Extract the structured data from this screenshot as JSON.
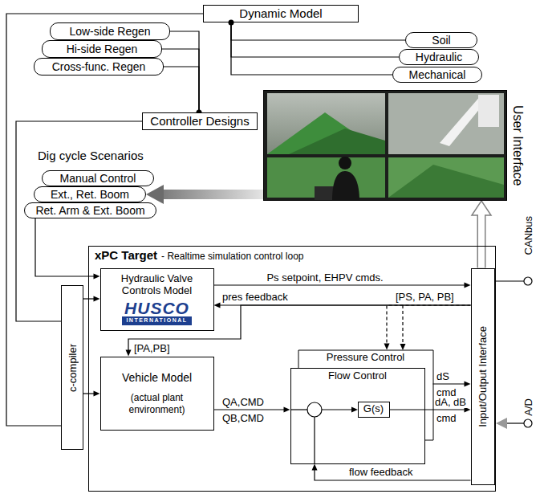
{
  "diagram": {
    "nodes": [
      {
        "text": [
          "Dynamic Model"
        ]
      },
      {
        "text": [
          "Soil"
        ]
      },
      {
        "text": [
          "Hydraulic"
        ]
      },
      {
        "text": [
          "Mechanical"
        ]
      },
      {
        "text": [
          "Low-side Regen"
        ]
      },
      {
        "text": [
          "Hi-side Regen"
        ]
      },
      {
        "text": [
          "Cross-func. Regen"
        ]
      },
      {
        "text": [
          "Controller Designs"
        ]
      },
      {
        "text": [
          "Manual Control"
        ]
      },
      {
        "text": [
          "Ext., Ret. Boom"
        ]
      },
      {
        "text": [
          "Ret. Arm & Ext. Boom"
        ]
      },
      {
        "text": [
          "User Interface"
        ]
      },
      {
        "text": [
          "c-compiler"
        ]
      },
      {
        "text": [
          "xPC Target",
          "- Realtime simulation control loop"
        ]
      },
      {
        "text": [
          "Hydraulic Valve Controls Model",
          "HUSCO",
          "INTERNATIONAL"
        ],
        "in": 13
      },
      {
        "text": [
          "Vehicle Model",
          "(actual plant environment)"
        ],
        "in": 13
      },
      {
        "text": [
          "Pressure Control"
        ],
        "in": 13
      },
      {
        "text": [
          "Flow Control"
        ],
        "in": 13
      },
      {
        "text": [
          "G(s)"
        ],
        "in": 17
      },
      {
        "text": [
          "Input/Output Interface"
        ],
        "in": 13
      }
    ],
    "edges": [
      {
        "from": 0,
        "to": 1,
        "arrow": "none"
      },
      {
        "from": 0,
        "to": 2,
        "arrow": "none"
      },
      {
        "from": 0,
        "to": 3,
        "arrow": "none"
      },
      {
        "from": 7,
        "to": 4,
        "arrow": "none"
      },
      {
        "from": 7,
        "to": 5,
        "arrow": "none"
      },
      {
        "from": 7,
        "to": 6,
        "arrow": "none"
      },
      {
        "from": 0,
        "to": 12,
        "arrow": "none"
      },
      {
        "from": 7,
        "to": 12,
        "arrow": "none"
      },
      {
        "from": 10,
        "to": 14,
        "arrow": "to"
      },
      {
        "from": 11,
        "to": 9,
        "arrow": "to"
      },
      {
        "from": 12,
        "to": 14,
        "arrow": "to"
      },
      {
        "from": 12,
        "to": 15,
        "arrow": "to"
      },
      {
        "from": 14,
        "to": 19,
        "label": "Ps setpoint, EHPV cmds.",
        "arrow": "to"
      },
      {
        "from": 19,
        "to": 14,
        "label": "pres feedback",
        "arrow": "to"
      },
      {
        "from": 19,
        "to": 15,
        "label": "[PA,PB]",
        "arrow": "to"
      },
      {
        "from": 19,
        "to": 16,
        "arrow": "to"
      },
      {
        "from": 15,
        "to": 17,
        "label": "QA,CMD",
        "arrow": "to"
      },
      {
        "from": 16,
        "to": 19,
        "label": "dS",
        "arrow": "to"
      },
      {
        "from": 18,
        "to": 19,
        "label": "dA, dB",
        "arrow": "to"
      },
      {
        "from": 19,
        "to": 17,
        "label": "flow feedback",
        "arrow": "to"
      },
      {
        "from": 19,
        "to": 11,
        "arrow": "to"
      }
    ],
    "labels": [
      "Dig cycle Scenarios",
      "[PS, PA, PB]",
      "QB,CMD",
      "cmd",
      "cmd",
      "CANbus",
      "A/D"
    ]
  }
}
